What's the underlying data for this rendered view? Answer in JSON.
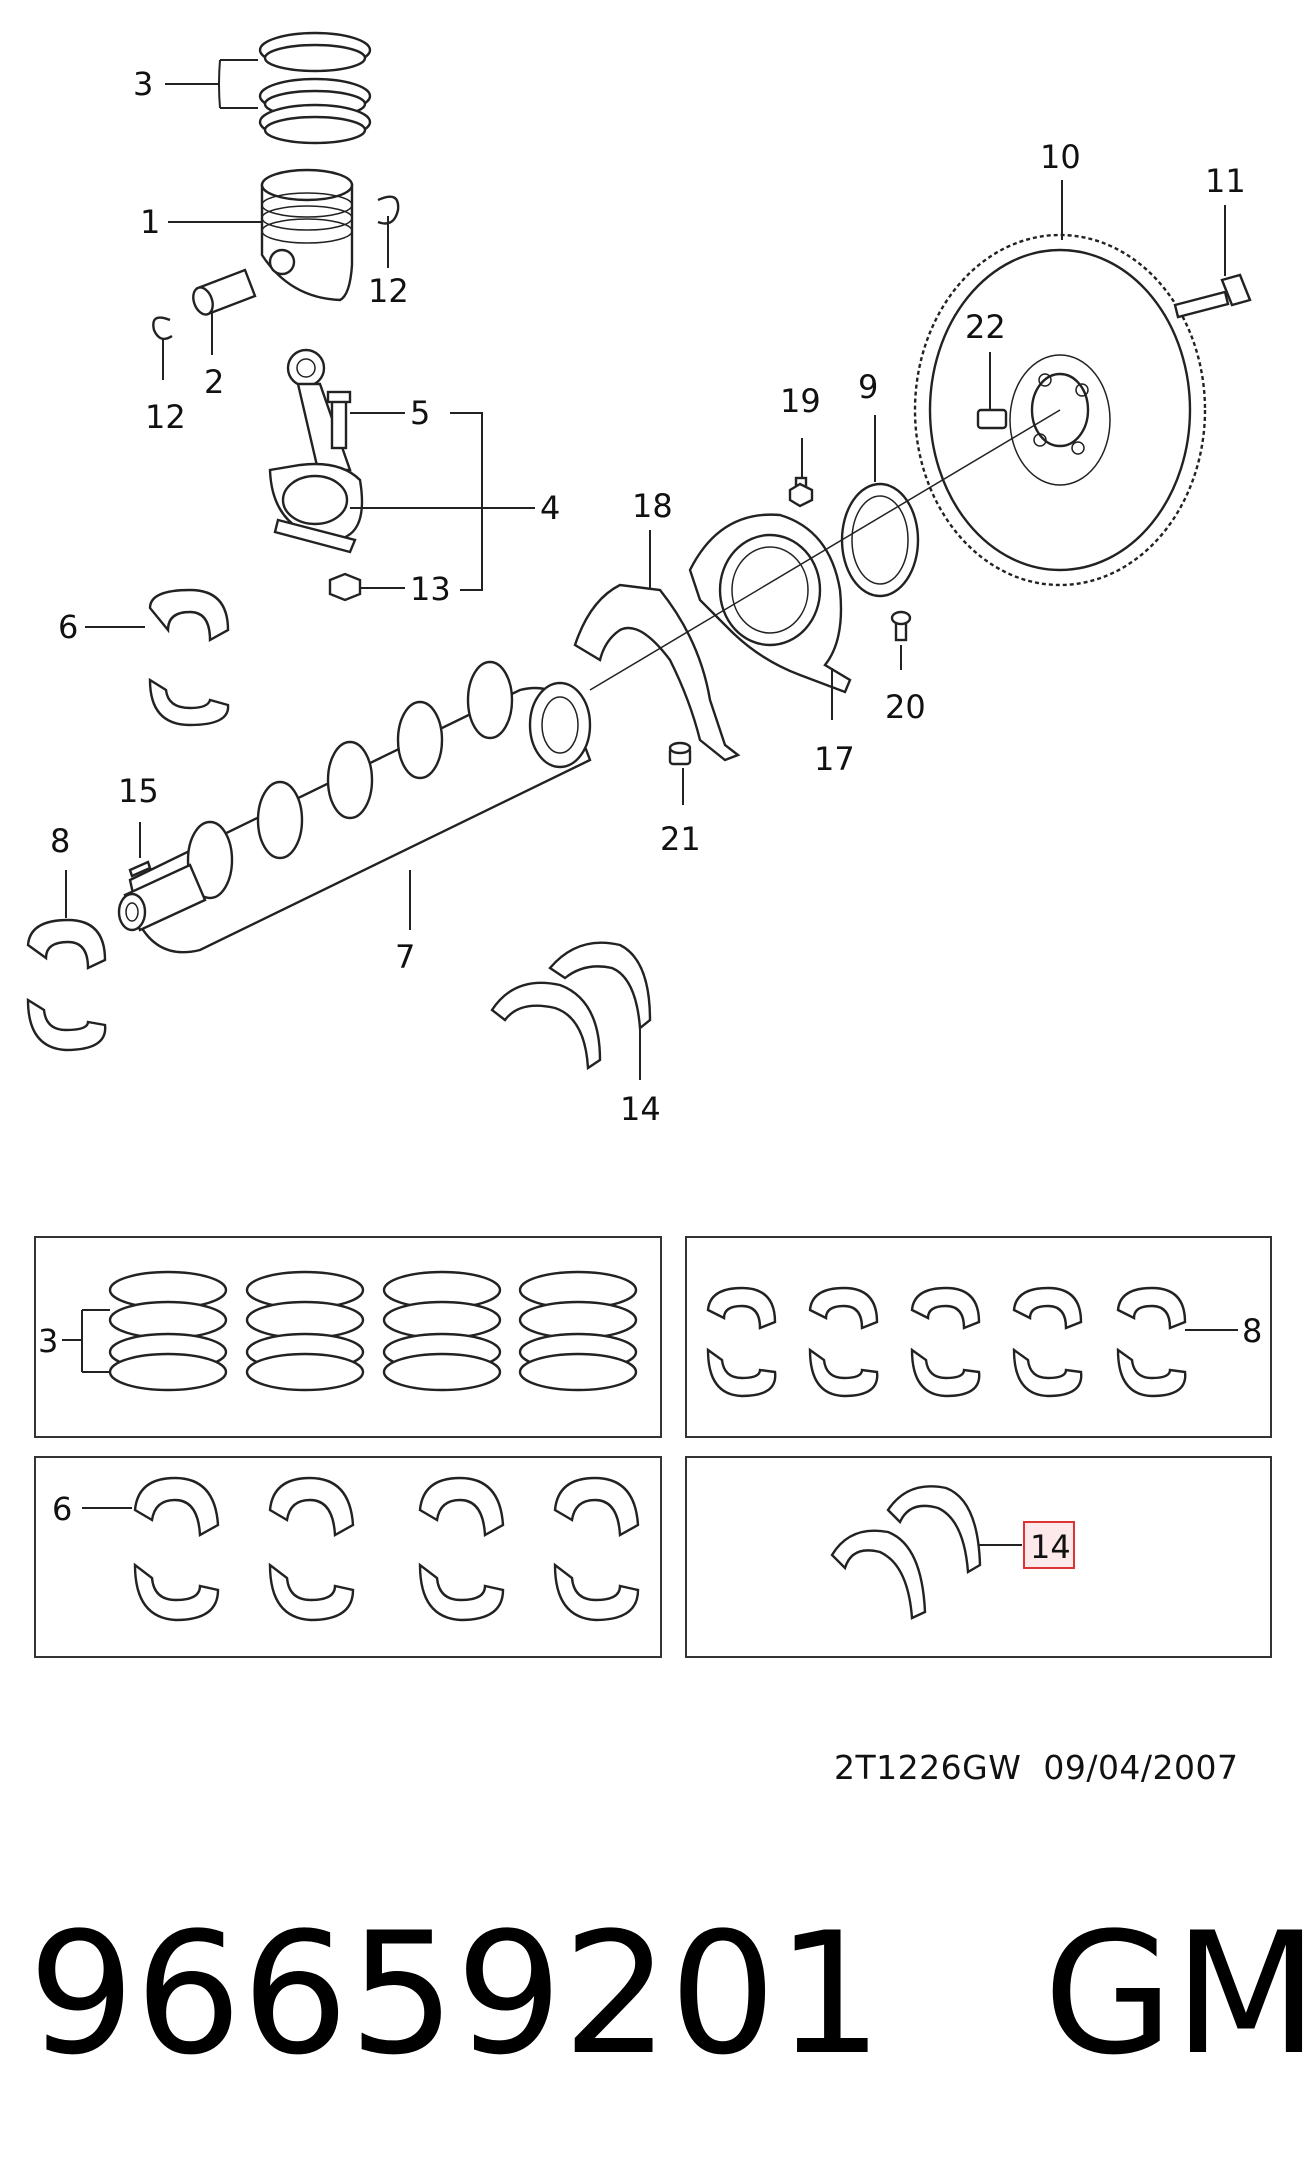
{
  "callouts": {
    "c1": "1",
    "c2": "2",
    "c3": "3",
    "c4": "4",
    "c5": "5",
    "c6": "6",
    "c7": "7",
    "c8": "8",
    "c9": "9",
    "c10": "10",
    "c11": "11",
    "c12a": "12",
    "c12b": "12",
    "c13": "13",
    "c14": "14",
    "c15": "15",
    "c17": "17",
    "c18": "18",
    "c19": "19",
    "c20": "20",
    "c21": "21",
    "c22": "22"
  },
  "kits": {
    "rings": "3",
    "main_bearings": "8",
    "rod_bearings": "6",
    "thrust_washers": "14"
  },
  "footer": {
    "code": "2T1226GW",
    "date": "09/04/2007"
  },
  "part": {
    "number": "96659201",
    "brand": "GM"
  },
  "colors": {
    "highlight_border": "#d33333",
    "highlight_fill": "#fde8ea"
  }
}
